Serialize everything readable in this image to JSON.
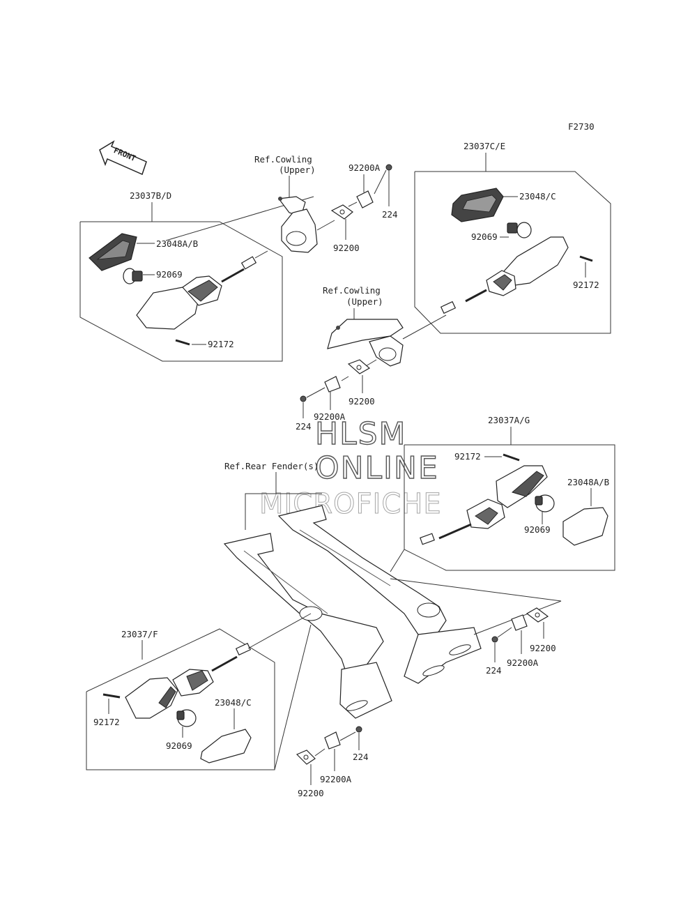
{
  "figure_code": "F2730",
  "front_arrow": "FRONT",
  "labels": {
    "ref_cowling_upper_1_a": "Ref.Cowling",
    "ref_cowling_upper_1_b": "(Upper)",
    "ref_cowling_upper_2_a": "Ref.Cowling",
    "ref_cowling_upper_2_b": "(Upper)",
    "ref_rear_fender": "Ref.Rear Fender(s)",
    "g_23037bd": "23037B/D",
    "p_23048ab_1": "23048A/B",
    "p_92069_1": "92069",
    "p_92172_1": "92172",
    "p_92200a_1": "92200A",
    "p_224_1": "224",
    "p_92200_1": "92200",
    "g_23037ce": "23037C/E",
    "p_23048c_1": "23048/C",
    "p_92069_2": "92069",
    "p_92172_2": "92172",
    "p_92200_2": "92200",
    "p_224_2": "224",
    "p_92200a_2": "92200A",
    "g_23037ag": "23037A/G",
    "p_92172_3": "92172",
    "p_23048ab_2": "23048A/B",
    "p_92069_3": "92069",
    "p_92200_3": "92200",
    "p_224_3": "224",
    "p_92200a_3": "92200A",
    "g_23037f": "23037/F",
    "p_92172_4": "92172",
    "p_23048c_2": "23048/C",
    "p_92069_4": "92069",
    "p_224_4": "224",
    "p_92200a_4": "92200A",
    "p_92200_4": "92200"
  },
  "watermark": {
    "line1": "HLSM",
    "line2": "ONLINE",
    "line3": "MICROFICHE"
  }
}
